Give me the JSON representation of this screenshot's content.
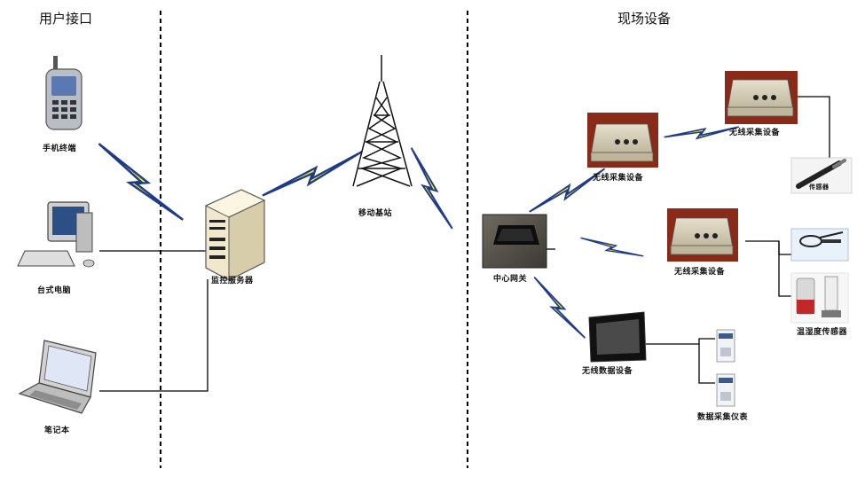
{
  "sections": {
    "user_side": "用户接口",
    "field_side": "现场设备"
  },
  "nodes": {
    "phone": "手机终端",
    "desktop": "台式电脑",
    "laptop": "笔记本",
    "server": "监控服务器",
    "tower": "移动基站",
    "gateway": "中心网关",
    "rtu_top_mid": "无线采集设备",
    "rtu_top_right": "无线采集设备",
    "rtu_mid": "无线采集设备",
    "rtu_bottom": "无线数据设备",
    "sensor_probe": "传感器",
    "sensor_pair": "温湿度传感器",
    "meters": "数据采集仪表"
  },
  "colors": {
    "lightning_fill": "#f2ef1b",
    "lightning_stroke": "#1e3a8a",
    "line": "#000000",
    "device_body": "#d9d2bd",
    "backdrop": "#8a2a18"
  },
  "icons": {
    "phone": "mobile-phone-icon",
    "desktop": "desktop-computer-icon",
    "laptop": "laptop-icon",
    "server": "server-tower-icon",
    "tower": "radio-tower-icon",
    "gateway": "gateway-box-icon",
    "rtu": "data-logger-icon",
    "panel": "display-panel-icon",
    "sensor": "sensor-probe-icon",
    "meter": "meter-icon",
    "wireless": "lightning-bolt-icon"
  }
}
